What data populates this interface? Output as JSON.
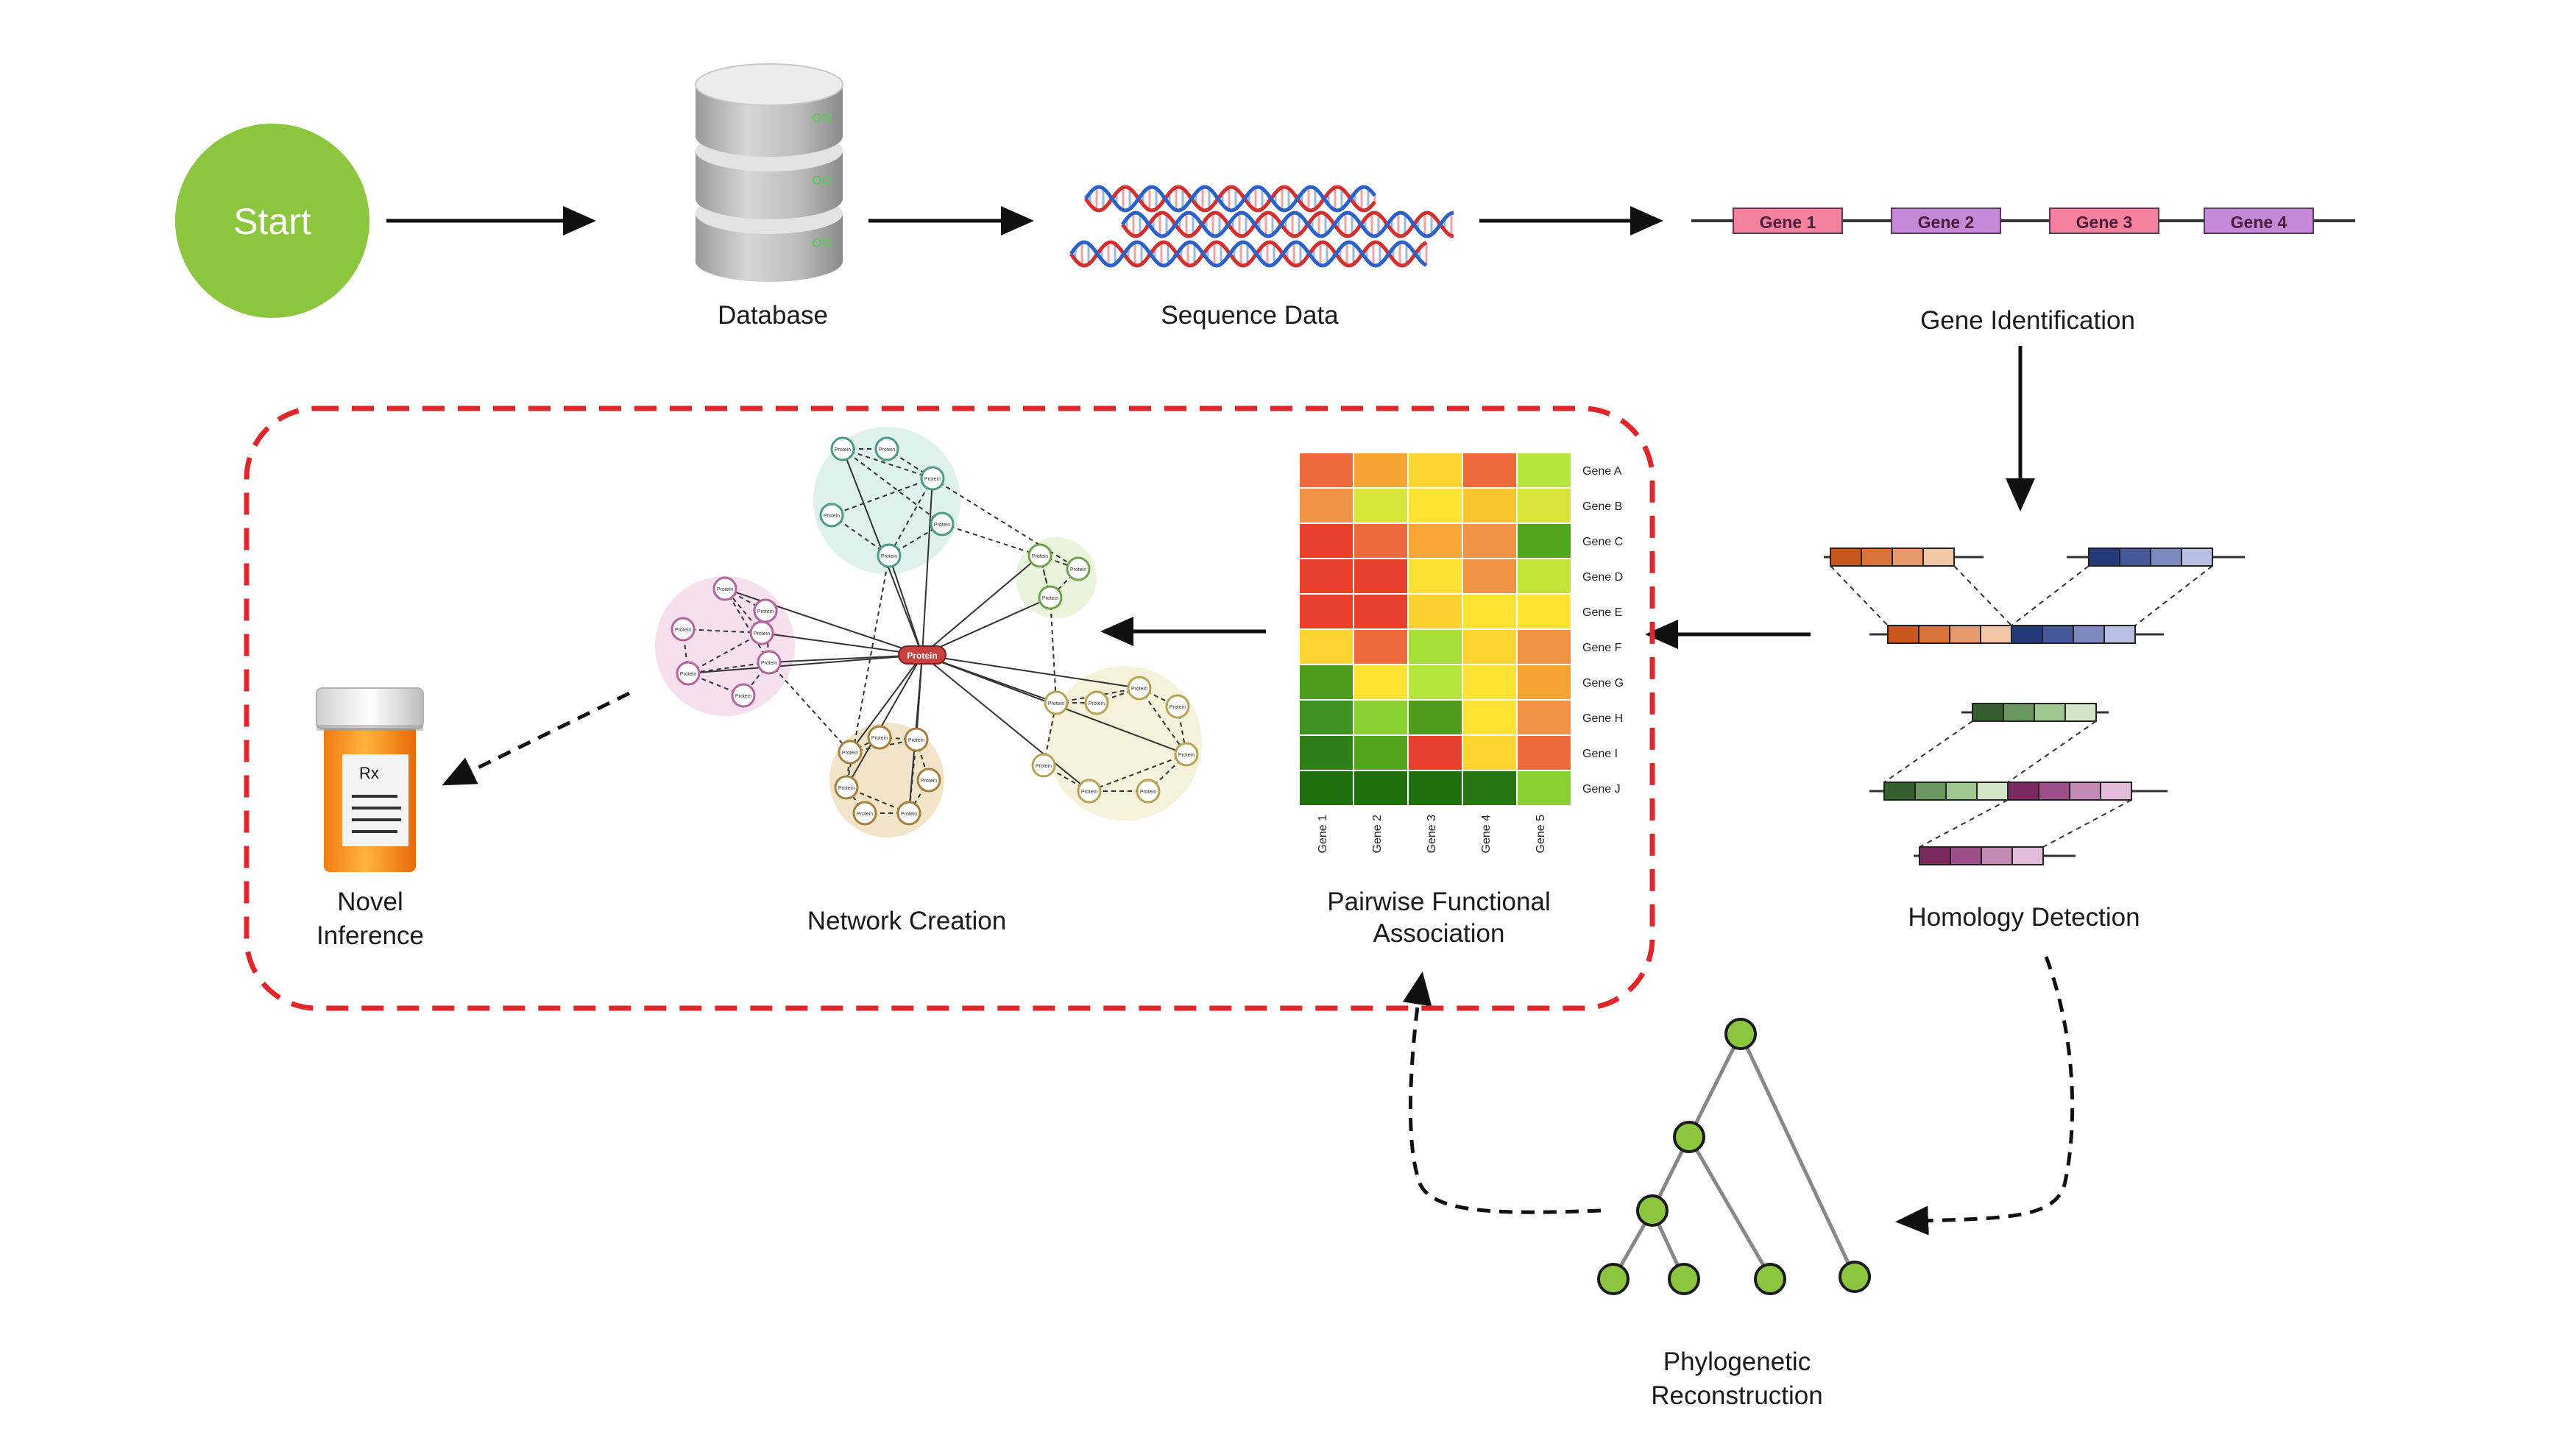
{
  "start": {
    "label": "Start"
  },
  "steps": {
    "database": "Database",
    "sequence_data": "Sequence Data",
    "gene_identification": "Gene Identification",
    "homology_detection": "Homology Detection",
    "phylogenetic_line1": "Phylogenetic",
    "phylogenetic_line2": "Reconstruction",
    "pairwise_line1": "Pairwise Functional",
    "pairwise_line2": "Association",
    "network_creation": "Network Creation",
    "novel_line1": "Novel",
    "novel_line2": "Inference"
  },
  "genes": [
    "Gene 1",
    "Gene 2",
    "Gene 3",
    "Gene 4"
  ],
  "heatmap": {
    "rows": [
      "Gene A",
      "Gene B",
      "Gene C",
      "Gene D",
      "Gene E",
      "Gene F",
      "Gene G",
      "Gene H",
      "Gene I",
      "Gene J"
    ],
    "cols": [
      "Gene 1",
      "Gene 2",
      "Gene 3",
      "Gene 4",
      "Gene 5"
    ],
    "colors": [
      [
        "#ee6a3a",
        "#f6a531",
        "#fcd530",
        "#ee6a3a",
        "#b5e63c"
      ],
      [
        "#f19342",
        "#d6e437",
        "#fde334",
        "#fbc52f",
        "#d9e43a"
      ],
      [
        "#e8402c",
        "#ee6a3a",
        "#f9a636",
        "#f09243",
        "#53a61c"
      ],
      [
        "#e8402c",
        "#e8402c",
        "#fde034",
        "#f19342",
        "#c6e33b"
      ],
      [
        "#e8402c",
        "#e8402c",
        "#fcd02f",
        "#fde334",
        "#fde334"
      ],
      [
        "#fdd532",
        "#ee6a3a",
        "#a6dd37",
        "#fcd530",
        "#f19342"
      ],
      [
        "#4f9c1d",
        "#fde334",
        "#b5e63c",
        "#fde334",
        "#f6a531"
      ],
      [
        "#3f9320",
        "#8ad02f",
        "#4f9c1d",
        "#fde334",
        "#f19342"
      ],
      [
        "#2f7f18",
        "#53a61c",
        "#e8402c",
        "#fcd530",
        "#ee6a3a"
      ],
      [
        "#21700f",
        "#21700f",
        "#21700f",
        "#287514",
        "#8ad02f"
      ]
    ]
  },
  "network": {
    "hub": "Protein",
    "node": "Protein"
  },
  "prescription": {
    "rx": "Rx"
  },
  "colors": {
    "start": "#8cc63f",
    "dash_box": "#e0262b",
    "gene_pink": "#f5819e",
    "gene_purple": "#c689d8",
    "tree_node": "#8cc63f"
  }
}
